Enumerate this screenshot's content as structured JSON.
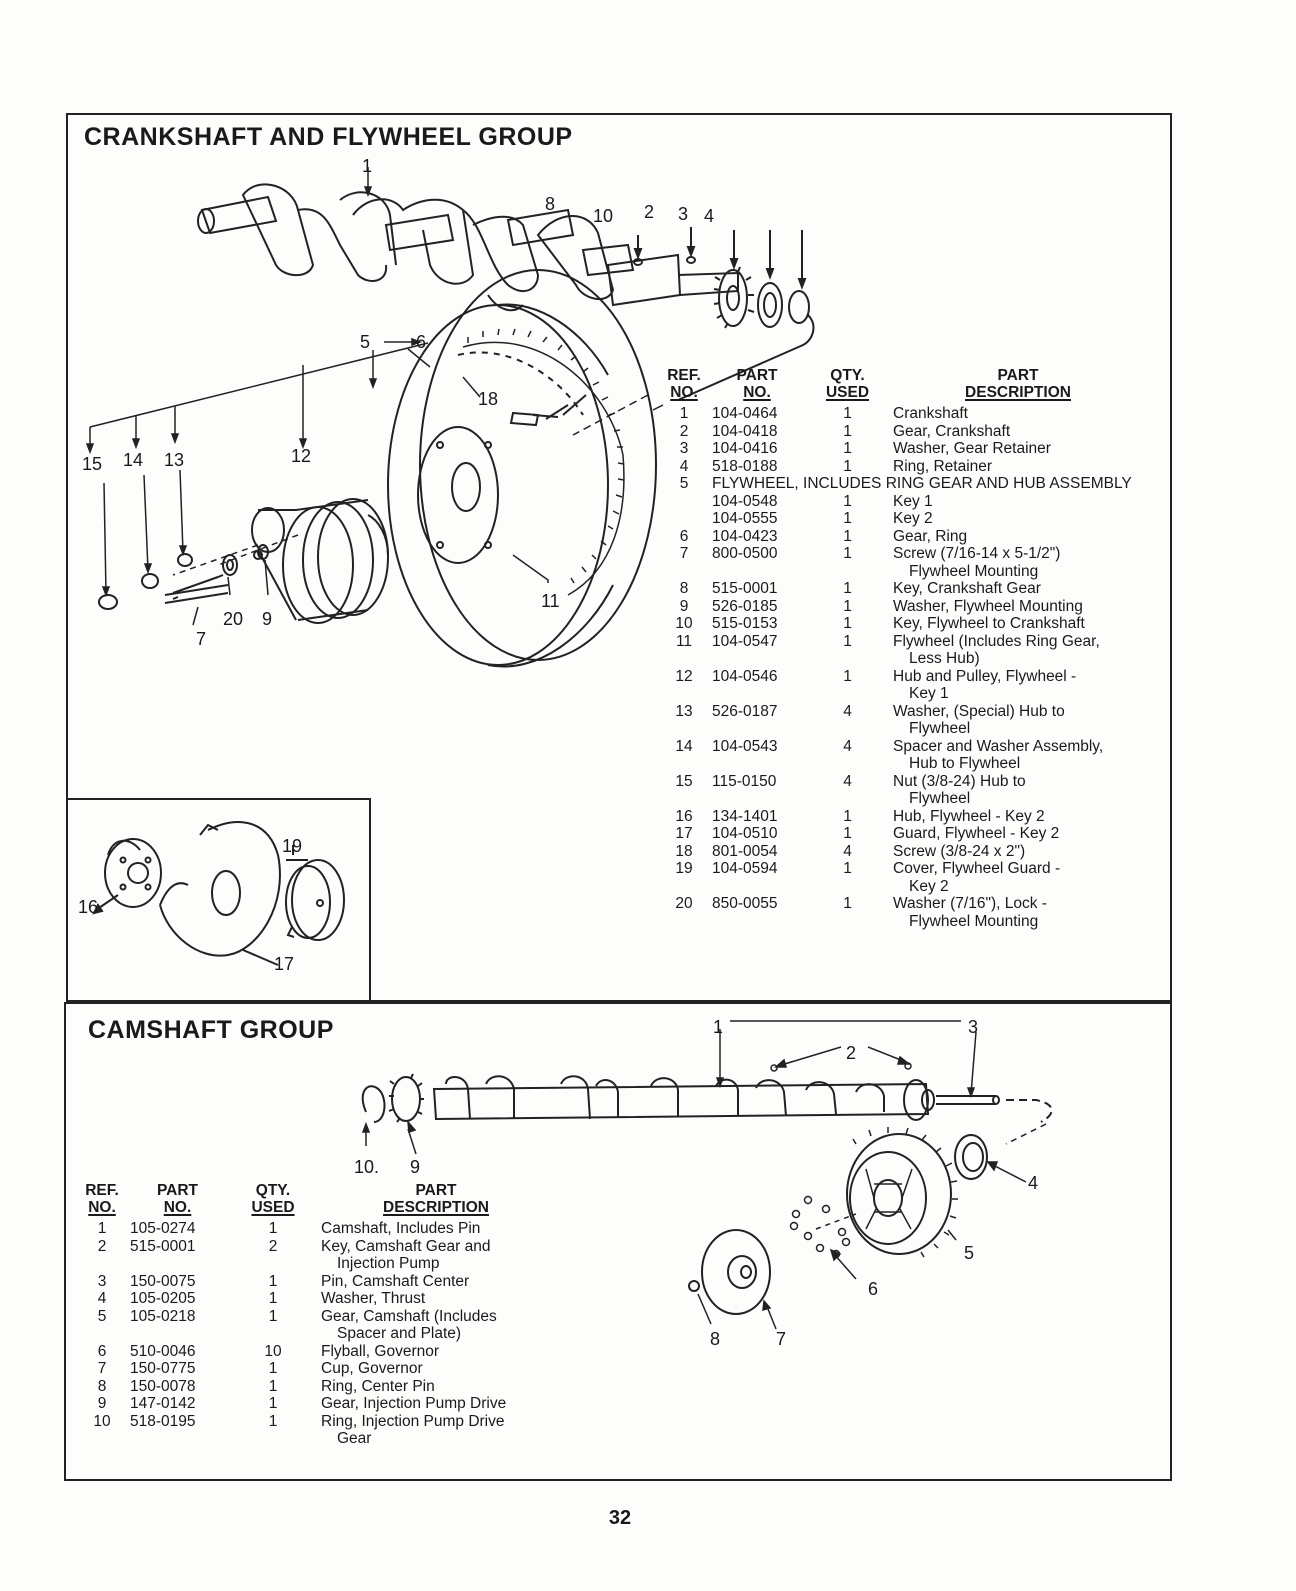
{
  "crankshaft": {
    "title": "CRANKSHAFT AND FLYWHEEL GROUP",
    "headers": {
      "ref": [
        "REF.",
        "NO."
      ],
      "part": [
        "PART",
        "NO."
      ],
      "qty": [
        "QTY.",
        "USED"
      ],
      "desc": [
        "PART",
        "DESCRIPTION"
      ]
    },
    "rows": [
      {
        "ref": "1",
        "part": "104-0464",
        "qty": "1",
        "desc": [
          "Crankshaft"
        ]
      },
      {
        "ref": "2",
        "part": "104-0418",
        "qty": "1",
        "desc": [
          "Gear, Crankshaft"
        ]
      },
      {
        "ref": "3",
        "part": "104-0416",
        "qty": "1",
        "desc": [
          "Washer, Gear Retainer"
        ]
      },
      {
        "ref": "4",
        "part": "518-0188",
        "qty": "1",
        "desc": [
          "Ring, Retainer"
        ]
      },
      {
        "ref": "5",
        "full": "FLYWHEEL, INCLUDES RING GEAR AND HUB ASSEMBLY"
      },
      {
        "ref": "",
        "part": "104-0548",
        "qty": "1",
        "desc": [
          "Key 1"
        ]
      },
      {
        "ref": "",
        "part": "104-0555",
        "qty": "1",
        "desc": [
          "Key 2"
        ]
      },
      {
        "ref": "6",
        "part": "104-0423",
        "qty": "1",
        "desc": [
          "Gear, Ring"
        ]
      },
      {
        "ref": "7",
        "part": "800-0500",
        "qty": "1",
        "desc": [
          "Screw (7/16-14 x 5-1/2\")",
          "Flywheel Mounting"
        ]
      },
      {
        "ref": "8",
        "part": "515-0001",
        "qty": "1",
        "desc": [
          "Key, Crankshaft Gear"
        ]
      },
      {
        "ref": "9",
        "part": "526-0185",
        "qty": "1",
        "desc": [
          "Washer, Flywheel Mounting"
        ]
      },
      {
        "ref": "10",
        "part": "515-0153",
        "qty": "1",
        "desc": [
          "Key, Flywheel to Crankshaft"
        ]
      },
      {
        "ref": "11",
        "part": "104-0547",
        "qty": "1",
        "desc": [
          "Flywheel (Includes Ring Gear,",
          "Less Hub)"
        ]
      },
      {
        "ref": "12",
        "part": "104-0546",
        "qty": "1",
        "desc": [
          "Hub and Pulley, Flywheel -",
          "Key 1"
        ]
      },
      {
        "ref": "13",
        "part": "526-0187",
        "qty": "4",
        "desc": [
          "Washer, (Special) Hub to",
          "Flywheel"
        ]
      },
      {
        "ref": "14",
        "part": "104-0543",
        "qty": "4",
        "desc": [
          "Spacer and Washer Assembly,",
          "Hub to Flywheel"
        ]
      },
      {
        "ref": "15",
        "part": "115-0150",
        "qty": "4",
        "desc": [
          "Nut (3/8-24) Hub to",
          "Flywheel"
        ]
      },
      {
        "ref": "16",
        "part": "134-1401",
        "qty": "1",
        "desc": [
          "Hub, Flywheel - Key 2"
        ]
      },
      {
        "ref": "17",
        "part": "104-0510",
        "qty": "1",
        "desc": [
          "Guard, Flywheel - Key 2"
        ]
      },
      {
        "ref": "18",
        "part": "801-0054",
        "qty": "4",
        "desc": [
          "Screw (3/8-24 x 2\")"
        ]
      },
      {
        "ref": "19",
        "part": "104-0594",
        "qty": "1",
        "desc": [
          "Cover, Flywheel Guard -",
          "Key 2"
        ]
      },
      {
        "ref": "20",
        "part": "850-0055",
        "qty": "1",
        "desc": [
          "Washer (7/16\"), Lock -",
          "Flywheel Mounting"
        ]
      }
    ],
    "callouts": [
      "1",
      "8",
      "10",
      "2",
      "3",
      "4",
      "5",
      "6",
      "18",
      "15",
      "14",
      "13",
      "12",
      "11",
      "20",
      "9",
      "7",
      "19",
      "16",
      "17"
    ]
  },
  "camshaft": {
    "title": "CAMSHAFT GROUP",
    "headers": {
      "ref": [
        "REF.",
        "NO."
      ],
      "part": [
        "PART",
        "NO."
      ],
      "qty": [
        "QTY.",
        "USED"
      ],
      "desc": [
        "PART",
        "DESCRIPTION"
      ]
    },
    "rows": [
      {
        "ref": "1",
        "part": "105-0274",
        "qty": "1",
        "desc": [
          "Camshaft, Includes Pin"
        ]
      },
      {
        "ref": "2",
        "part": "515-0001",
        "qty": "2",
        "desc": [
          "Key, Camshaft Gear and",
          "Injection Pump"
        ]
      },
      {
        "ref": "3",
        "part": "150-0075",
        "qty": "1",
        "desc": [
          "Pin, Camshaft Center"
        ]
      },
      {
        "ref": "4",
        "part": "105-0205",
        "qty": "1",
        "desc": [
          "Washer, Thrust"
        ]
      },
      {
        "ref": "5",
        "part": "105-0218",
        "qty": "1",
        "desc": [
          "Gear, Camshaft (Includes",
          "Spacer and Plate)"
        ]
      },
      {
        "ref": "6",
        "part": "510-0046",
        "qty": "10",
        "desc": [
          "Flyball, Governor"
        ]
      },
      {
        "ref": "7",
        "part": "150-0775",
        "qty": "1",
        "desc": [
          "Cup, Governor"
        ]
      },
      {
        "ref": "8",
        "part": "150-0078",
        "qty": "1",
        "desc": [
          "Ring, Center Pin"
        ]
      },
      {
        "ref": "9",
        "part": "147-0142",
        "qty": "1",
        "desc": [
          "Gear, Injection Pump Drive"
        ]
      },
      {
        "ref": "10",
        "part": "518-0195",
        "qty": "1",
        "desc": [
          "Ring, Injection Pump Drive",
          "Gear"
        ]
      }
    ],
    "callouts": [
      "1",
      "3",
      "2",
      "10.",
      "9",
      "4",
      "5",
      "6",
      "8",
      "7"
    ]
  },
  "page_number": "32"
}
